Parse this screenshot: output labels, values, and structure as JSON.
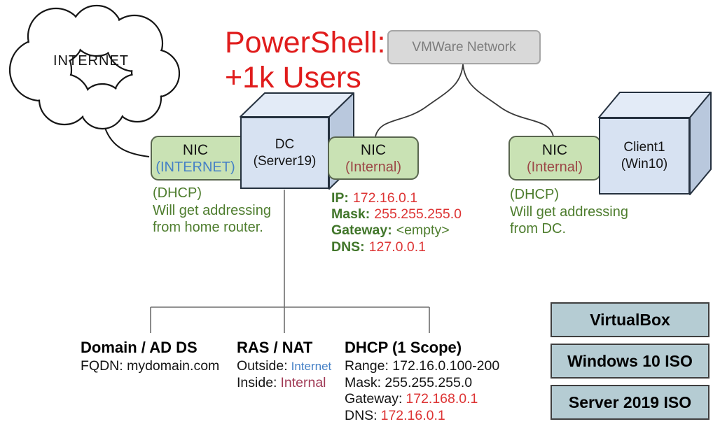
{
  "cloud": {
    "label": "INTERNET"
  },
  "title": {
    "line1": "PowerShell:",
    "line2": "+1k Users"
  },
  "vmware": {
    "label": "VMWare Network"
  },
  "dc_cube": {
    "name": "DC",
    "sub": "(Server19)"
  },
  "client_cube": {
    "name": "Client1",
    "sub": "(Win10)"
  },
  "nic_internet": {
    "line1": "NIC",
    "line2": "(INTERNET)"
  },
  "nic_internal_dc": {
    "line1": "NIC",
    "line2": "(Internal)"
  },
  "nic_internal_client": {
    "line1": "NIC",
    "line2": "(Internal)"
  },
  "note_internet": {
    "l1": "(DHCP)",
    "l2": "Will get addressing",
    "l3": "from home router."
  },
  "note_client": {
    "l1": "(DHCP)",
    "l2": "Will get addressing",
    "l3": "from DC."
  },
  "dc_ip": {
    "rows": [
      {
        "label": "IP:",
        "value": "172.16.0.1"
      },
      {
        "label": "Mask:",
        "value": "255.255.255.0"
      },
      {
        "label": "Gateway:",
        "value": "<empty>"
      },
      {
        "label": "DNS:",
        "value": "127.0.0.1"
      }
    ]
  },
  "roles": {
    "domain": {
      "title": "Domain / AD DS",
      "fqdn": "FQDN: mydomain.com"
    },
    "ras": {
      "title": "RAS / NAT",
      "outside_label": "Outside:",
      "outside_value": "Internet",
      "inside_label": "Inside:",
      "inside_value": "Internal"
    },
    "dhcp": {
      "title": "DHCP (1 Scope)",
      "range": "Range: 172.16.0.100-200",
      "mask": "Mask: 255.255.255.0",
      "gateway_label": "Gateway:",
      "gateway_value": "172.168.0.1",
      "dns_label": "DNS:",
      "dns_value": "172.16.0.1"
    }
  },
  "stack": [
    "VirtualBox",
    "Windows 10 ISO",
    "Server 2019 ISO"
  ],
  "colors": {
    "title_red": "#e01c1c",
    "value_red": "#dd3434",
    "green": "#4e7d2e",
    "nic_blue": "#4580c6",
    "nic_maroon": "#9c4747",
    "ras_plum": "#a03a55",
    "nic_fill": "#c9e2b4",
    "cube_front": "#d7e2f2",
    "cube_top": "#e3ebf7",
    "cube_side": "#b9c8dd",
    "vmware_fill": "#d9d9d9",
    "iso_box_fill": "#b5ccd3"
  }
}
